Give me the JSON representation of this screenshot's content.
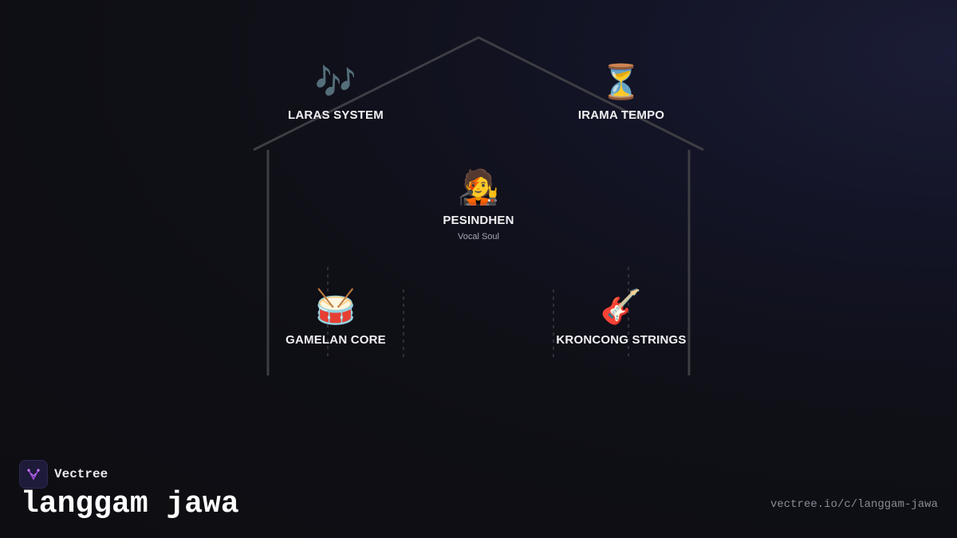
{
  "nodes": {
    "laras": {
      "icon": "musical-notes-icon",
      "emoji": "🎶",
      "label": "LARAS SYSTEM"
    },
    "irama": {
      "icon": "hourglass-icon",
      "emoji": "⏳",
      "label": "IRAMA TEMPO"
    },
    "pesindhen": {
      "icon": "singer-icon",
      "emoji": "🧑‍🎤",
      "label": "PESINDHEN",
      "sublabel": "Vocal Soul"
    },
    "gamelan": {
      "icon": "drum-icon",
      "emoji": "🥁",
      "label": "GAMELAN CORE"
    },
    "kroncong": {
      "icon": "guitar-icon",
      "emoji": "🎸",
      "label": "KRONCONG STRINGS"
    }
  },
  "brand": {
    "name": "Vectree",
    "logo_icon": "vectree-logo-icon",
    "accent": "#a24bd8"
  },
  "title": "langgam jawa",
  "url": "vectree.io/c/langgam-jawa"
}
